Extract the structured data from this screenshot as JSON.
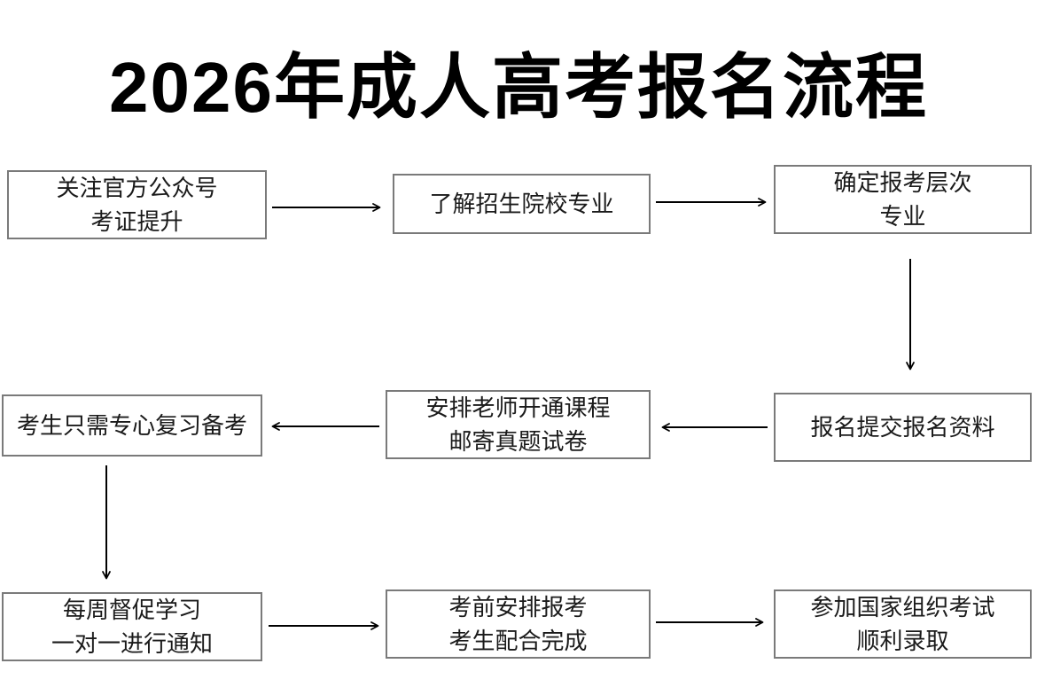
{
  "title": "2026年成人高考报名流程",
  "flow": {
    "steps": [
      {
        "id": 1,
        "lines": [
          "关注官方公众号",
          "考证提升"
        ]
      },
      {
        "id": 2,
        "lines": [
          "了解招生院校专业"
        ]
      },
      {
        "id": 3,
        "lines": [
          "确定报考层次",
          "专业"
        ]
      },
      {
        "id": 4,
        "lines": [
          "报名提交报名资料"
        ]
      },
      {
        "id": 5,
        "lines": [
          "安排老师开通课程",
          "邮寄真题试卷"
        ]
      },
      {
        "id": 6,
        "lines": [
          "考生只需专心复习备考"
        ]
      },
      {
        "id": 7,
        "lines": [
          "每周督促学习",
          "一对一进行通知"
        ]
      },
      {
        "id": 8,
        "lines": [
          "考前安排报考",
          "考生配合完成"
        ]
      },
      {
        "id": 9,
        "lines": [
          "参加国家组织考试",
          "顺利录取"
        ]
      }
    ]
  },
  "colors": {
    "background": "#ffffff",
    "title": "#000000",
    "text": "#1a1a1a",
    "box_border": "#7a7a7a",
    "arrow": "#000000"
  }
}
